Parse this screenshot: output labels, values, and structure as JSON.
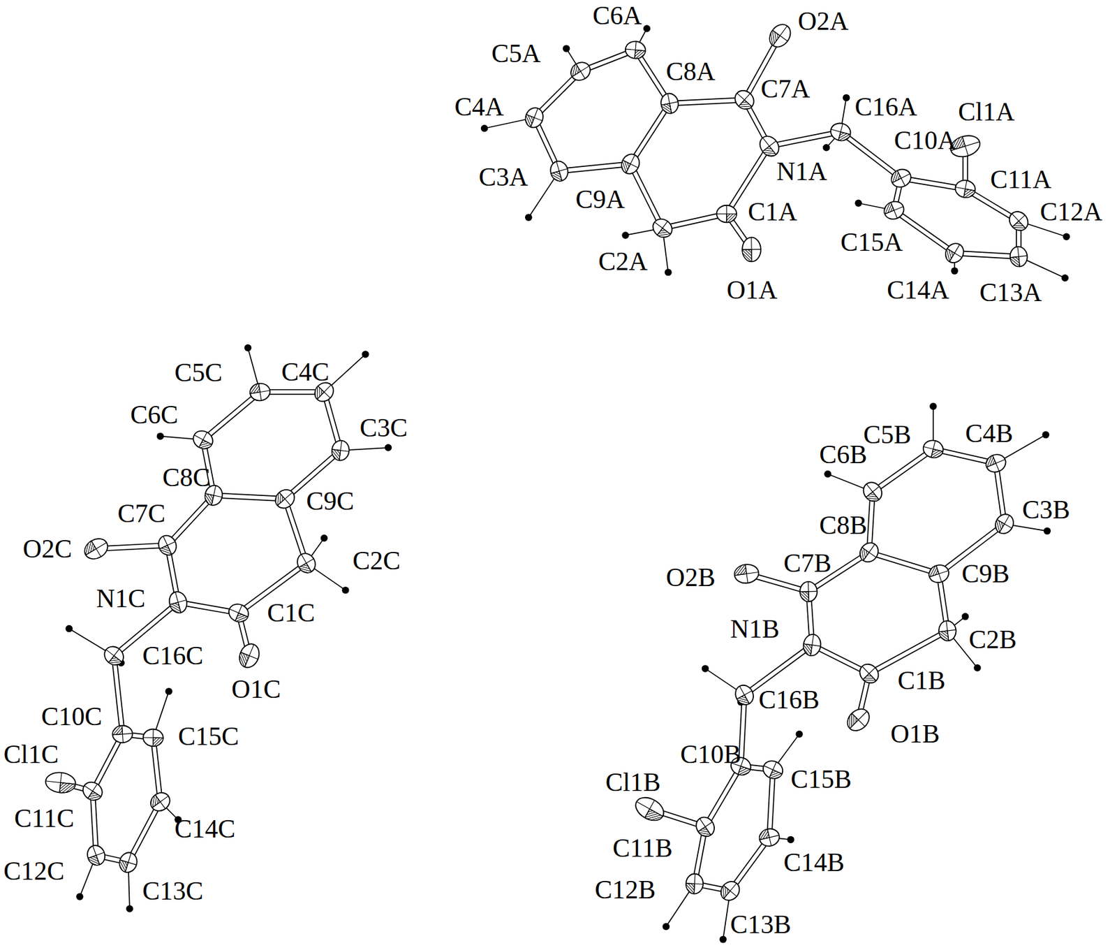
{
  "diagram": {
    "labels": [
      "C6A",
      "O2A",
      "C5A",
      "C8A",
      "C7A",
      "C16A",
      "Cl1A",
      "C4A",
      "C10A",
      "N1A",
      "C11A",
      "C3A",
      "C9A",
      "C12A",
      "C1A",
      "C15A",
      "C2A",
      "C14A",
      "C13A",
      "O1A",
      "C5C",
      "C4C",
      "C6C",
      "C3C",
      "C8C",
      "C7C",
      "C9C",
      "O2C",
      "C2C",
      "N1C",
      "C1C",
      "C16C",
      "O1C",
      "C10C",
      "C15C",
      "Cl1C",
      "C11C",
      "C14C",
      "C12C",
      "C13C",
      "C5B",
      "C4B",
      "C6B",
      "C3B",
      "C8B",
      "C7B",
      "O2B",
      "C9B",
      "N1B",
      "C2B",
      "C1B",
      "C16B",
      "O1B",
      "C10B",
      "Cl1B",
      "C15B",
      "C11B",
      "C14B",
      "C12B",
      "C13B"
    ]
  }
}
